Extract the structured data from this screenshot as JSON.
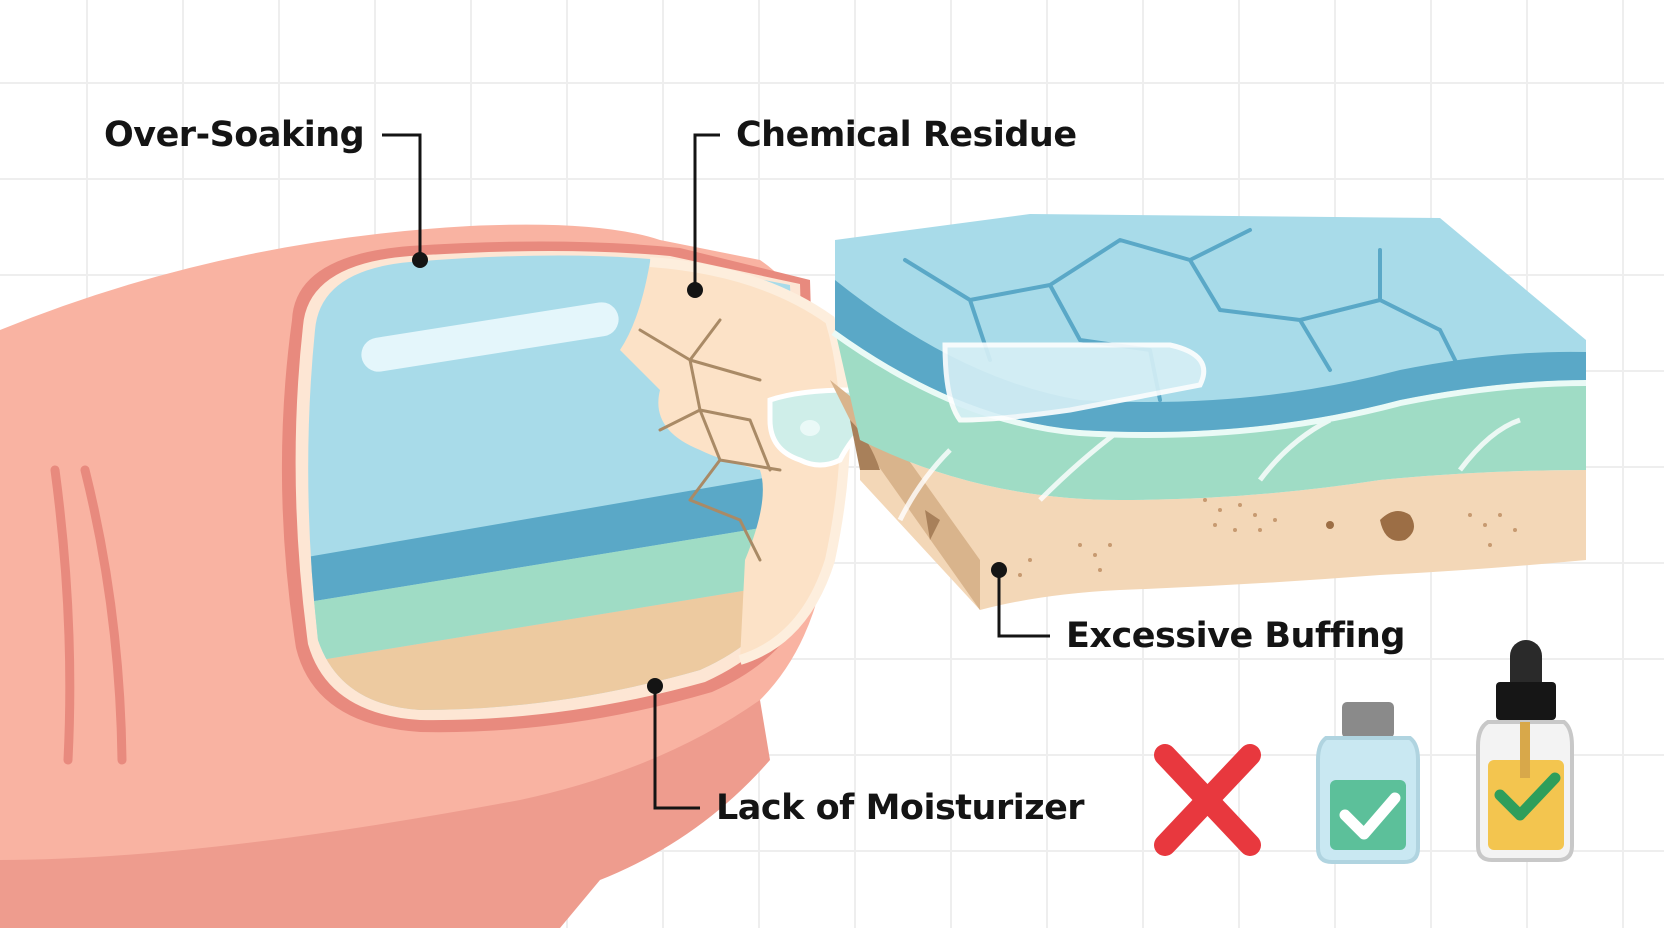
{
  "labels": {
    "over_soaking": "Over-Soaking",
    "chemical_residue": "Chemical Residue",
    "excessive_buffing": "Excessive Buffing",
    "lack_of_moisturizer": "Lack of Moisturizer"
  },
  "icons": [
    "x-mark-icon",
    "nail-polish-bottle-check-icon",
    "cuticle-oil-dropper-check-icon"
  ],
  "colors": {
    "skin": "#f9b3a2",
    "skin_dark": "#e88a7e",
    "nail_blue": "#a8dbe9",
    "nail_blue_dark": "#5aa8c7",
    "nail_green": "#9fdcc5",
    "nail_tan": "#edcaa0",
    "cracked_residue": "#fce2c7",
    "crack_lines": "#a98a66",
    "cross_red": "#e8383e",
    "check_green": "#2e9e5b",
    "oil_yellow": "#f3c54f",
    "label_text": "#141414"
  }
}
